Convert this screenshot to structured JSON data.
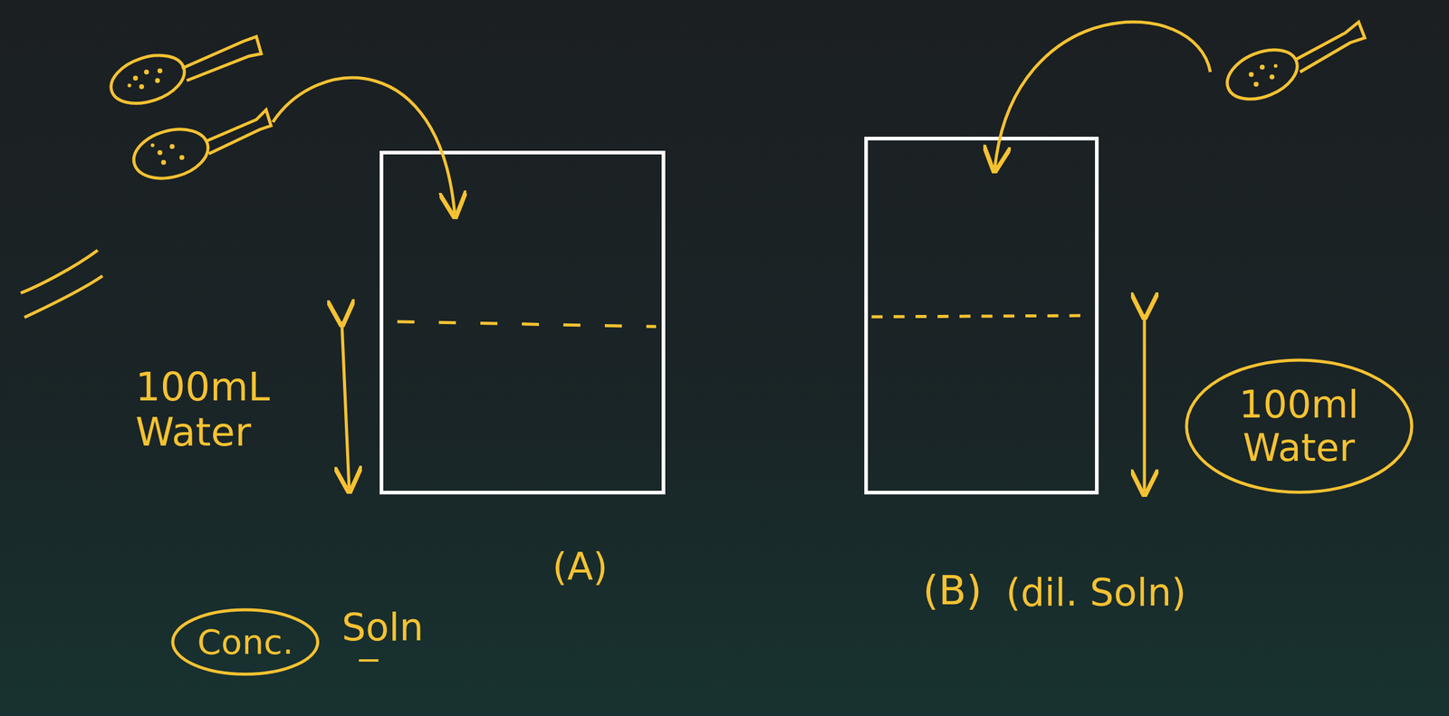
{
  "diagram": {
    "nodes": [
      {
        "text": [
          "Conc."
        ]
      },
      {
        "text": [
          "100ml Water"
        ]
      }
    ],
    "labels": [
      "100mL Water",
      "(A)",
      "Soln",
      "(B)",
      "(dil. Soln)"
    ]
  }
}
